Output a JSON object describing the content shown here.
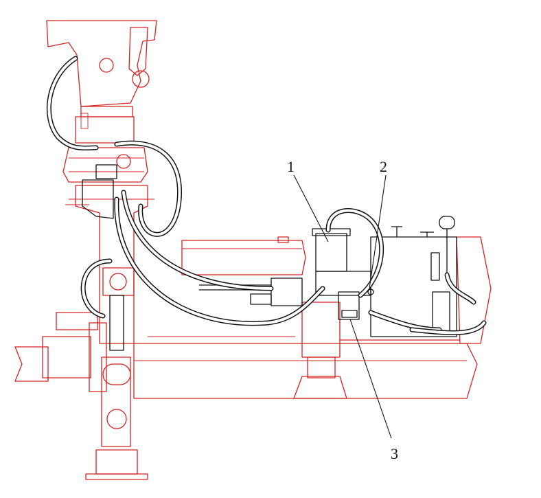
{
  "diagram": {
    "callouts": [
      {
        "id": "1",
        "text": "1"
      },
      {
        "id": "2",
        "text": "2"
      },
      {
        "id": "3",
        "text": "3"
      }
    ],
    "colors": {
      "structure": "#d42020",
      "equipment": "#111111",
      "background": "#ffffff"
    }
  }
}
